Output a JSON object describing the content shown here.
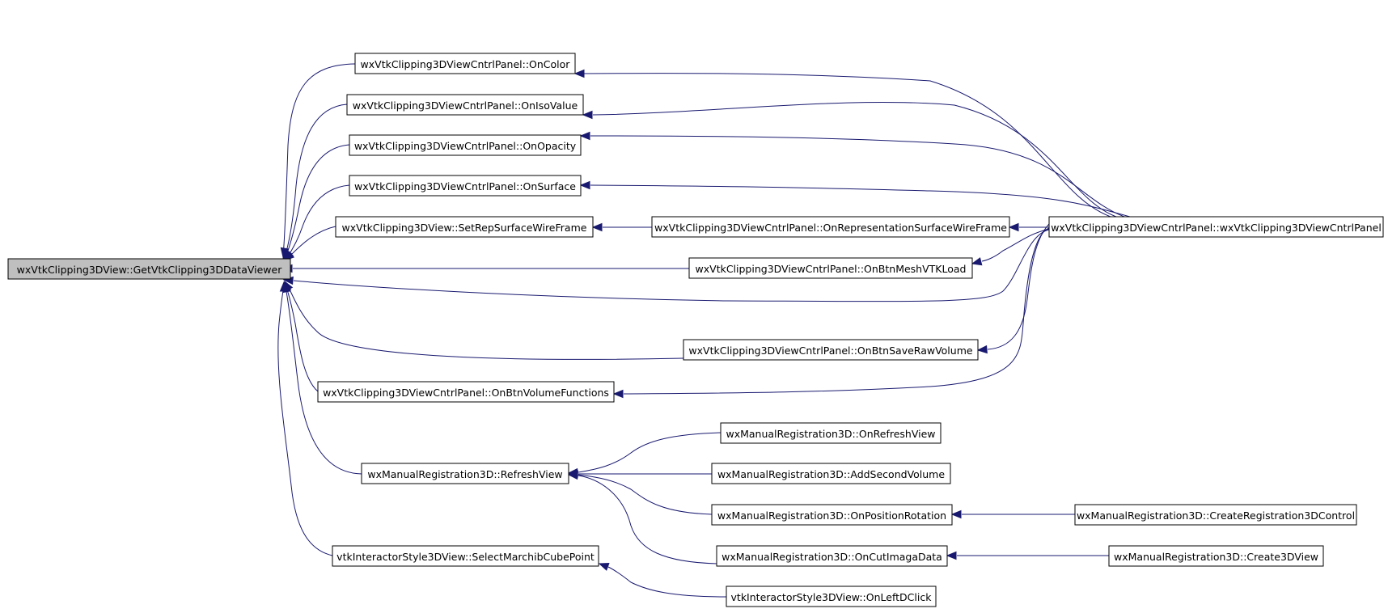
{
  "root": {
    "id": "root",
    "label": "wxVtkClipping3DView::GetVtkClipping3DDataViewer"
  },
  "nodes": [
    {
      "id": "onColor",
      "label": "wxVtkClipping3DViewCntrlPanel::OnColor"
    },
    {
      "id": "onIsoValue",
      "label": "wxVtkClipping3DViewCntrlPanel::OnIsoValue"
    },
    {
      "id": "onOpacity",
      "label": "wxVtkClipping3DViewCntrlPanel::OnOpacity"
    },
    {
      "id": "onSurface",
      "label": "wxVtkClipping3DViewCntrlPanel::OnSurface"
    },
    {
      "id": "setRep",
      "label": "wxVtkClipping3DView::SetRepSurfaceWireFrame"
    },
    {
      "id": "onRepSurf",
      "label": "wxVtkClipping3DViewCntrlPanel::OnRepresentationSurfaceWireFrame"
    },
    {
      "id": "ctor",
      "label": "wxVtkClipping3DViewCntrlPanel::wxVtkClipping3DViewCntrlPanel"
    },
    {
      "id": "onBtnMesh",
      "label": "wxVtkClipping3DViewCntrlPanel::OnBtnMeshVTKLoad"
    },
    {
      "id": "onBtnSave",
      "label": "wxVtkClipping3DViewCntrlPanel::OnBtnSaveRawVolume"
    },
    {
      "id": "onBtnVolFn",
      "label": "wxVtkClipping3DViewCntrlPanel::OnBtnVolumeFunctions"
    },
    {
      "id": "onRefresh",
      "label": "wxManualRegistration3D::OnRefreshView"
    },
    {
      "id": "refreshView",
      "label": "wxManualRegistration3D::RefreshView"
    },
    {
      "id": "addSecond",
      "label": "wxManualRegistration3D::AddSecondVolume"
    },
    {
      "id": "onPosRot",
      "label": "wxManualRegistration3D::OnPositionRotation"
    },
    {
      "id": "createReg",
      "label": "wxManualRegistration3D::CreateRegistration3DControl"
    },
    {
      "id": "selectMarch",
      "label": "vtkInteractorStyle3DView::SelectMarchibCubePoint"
    },
    {
      "id": "onCut",
      "label": "wxManualRegistration3D::OnCutImagaData"
    },
    {
      "id": "create3D",
      "label": "wxManualRegistration3D::Create3DView"
    },
    {
      "id": "onLeftD",
      "label": "vtkInteractorStyle3DView::OnLeftDClick"
    }
  ],
  "edges": [
    {
      "from": "onColor",
      "to": "root"
    },
    {
      "from": "onIsoValue",
      "to": "root"
    },
    {
      "from": "onOpacity",
      "to": "root"
    },
    {
      "from": "onSurface",
      "to": "root"
    },
    {
      "from": "setRep",
      "to": "root"
    },
    {
      "from": "onBtnMesh",
      "to": "root"
    },
    {
      "from": "ctor",
      "to": "root"
    },
    {
      "from": "onBtnSave",
      "to": "root"
    },
    {
      "from": "onBtnVolFn",
      "to": "root"
    },
    {
      "from": "refreshView",
      "to": "root"
    },
    {
      "from": "selectMarch",
      "to": "root"
    },
    {
      "from": "ctor",
      "to": "onColor"
    },
    {
      "from": "ctor",
      "to": "onIsoValue"
    },
    {
      "from": "ctor",
      "to": "onOpacity"
    },
    {
      "from": "ctor",
      "to": "onSurface"
    },
    {
      "from": "onRepSurf",
      "to": "setRep"
    },
    {
      "from": "ctor",
      "to": "onRepSurf"
    },
    {
      "from": "ctor",
      "to": "onBtnMesh"
    },
    {
      "from": "ctor",
      "to": "onBtnSave"
    },
    {
      "from": "ctor",
      "to": "onBtnVolFn"
    },
    {
      "from": "onRefresh",
      "to": "refreshView"
    },
    {
      "from": "addSecond",
      "to": "refreshView"
    },
    {
      "from": "onPosRot",
      "to": "refreshView"
    },
    {
      "from": "onCut",
      "to": "refreshView"
    },
    {
      "from": "createReg",
      "to": "onPosRot"
    },
    {
      "from": "create3D",
      "to": "onCut"
    },
    {
      "from": "onLeftD",
      "to": "selectMarch"
    }
  ],
  "colors": {
    "edge": "#191970",
    "root_fill": "#bfbfbf",
    "node_fill": "#ffffff",
    "border": "#000000"
  }
}
